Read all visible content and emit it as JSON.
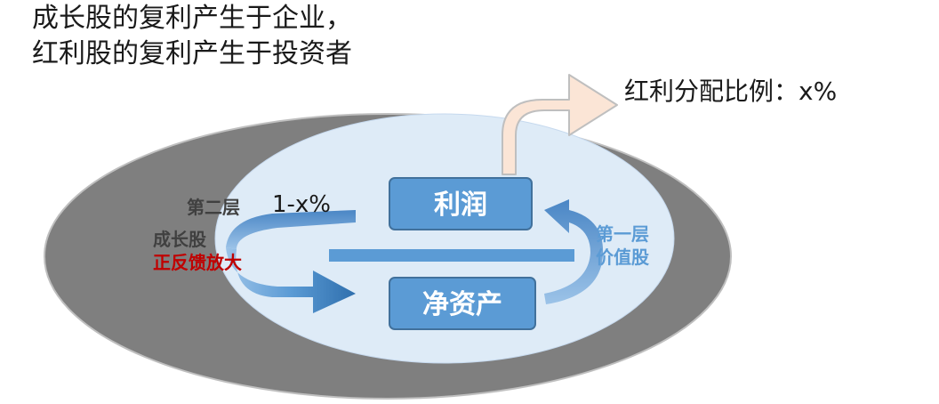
{
  "title": {
    "line1": "成长股的复利产生于企业，",
    "line2": "红利股的复利产生于投资者"
  },
  "dividend_label": "红利分配比例：x%",
  "boxes": {
    "profit": "利润",
    "net_assets": "净资产"
  },
  "layer_one": {
    "line1": "第一层",
    "line2": "价值股"
  },
  "layer_two": {
    "heading": "第二层",
    "retained": "1-x%",
    "growth": "成长股",
    "feedback": "正反馈放大"
  },
  "colors": {
    "outer_ellipse": "#7f7f7f",
    "inner_ellipse": "#deebf7",
    "box_fill": "#5b9bd5",
    "box_stroke": "#41719c",
    "loop_arrow": "#4a86c5",
    "dividend_arrow_fill": "#fbe5d6",
    "dividend_arrow_stroke": "#bfbfbf",
    "layer_one_text": "#5b9bd5",
    "layer_two_text": "#404040",
    "feedback_text": "#c00000"
  }
}
